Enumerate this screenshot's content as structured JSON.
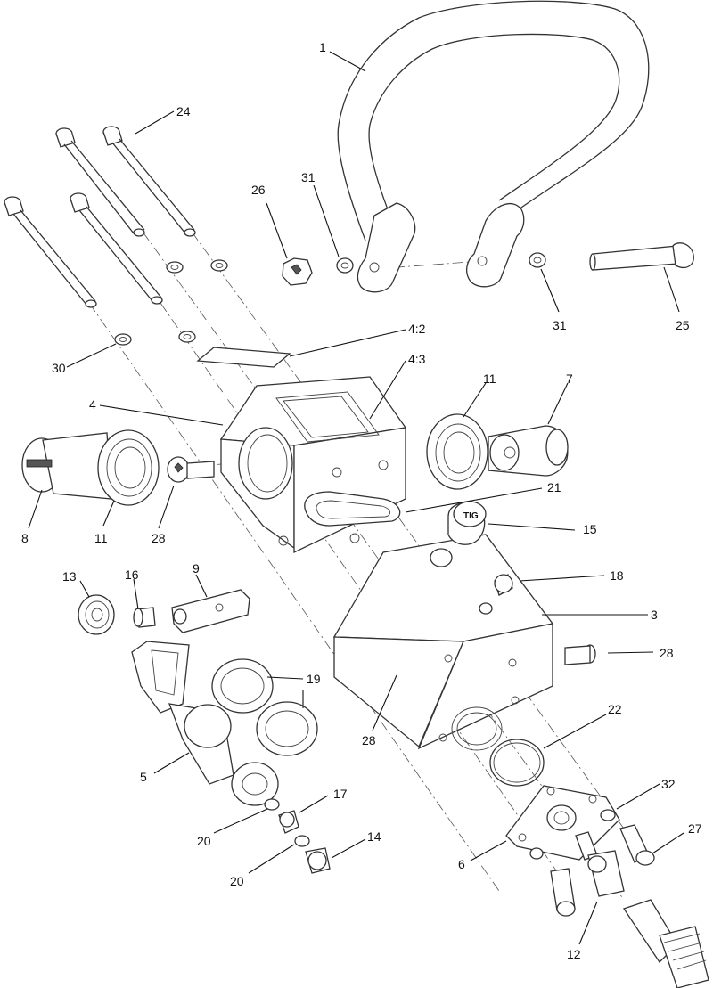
{
  "callouts": {
    "c1": "1",
    "c24": "24",
    "c26": "26",
    "c31a": "31",
    "c31b": "31",
    "c25": "25",
    "c4_2": "4:2",
    "c4_3": "4:3",
    "c30": "30",
    "c4": "4",
    "c11a": "11",
    "c7": "7",
    "c8": "8",
    "c11b": "11",
    "c28a": "28",
    "c21": "21",
    "c15": "15",
    "c13": "13",
    "c16": "16",
    "c9": "9",
    "c18": "18",
    "c3": "3",
    "c28b": "28",
    "c19": "19",
    "c28c": "28",
    "c22": "22",
    "c5": "5",
    "c17": "17",
    "c32": "32",
    "c20a": "20",
    "c14": "14",
    "c27": "27",
    "c20b": "20",
    "c6": "6",
    "c12": "12"
  },
  "cap_text": "TIG"
}
